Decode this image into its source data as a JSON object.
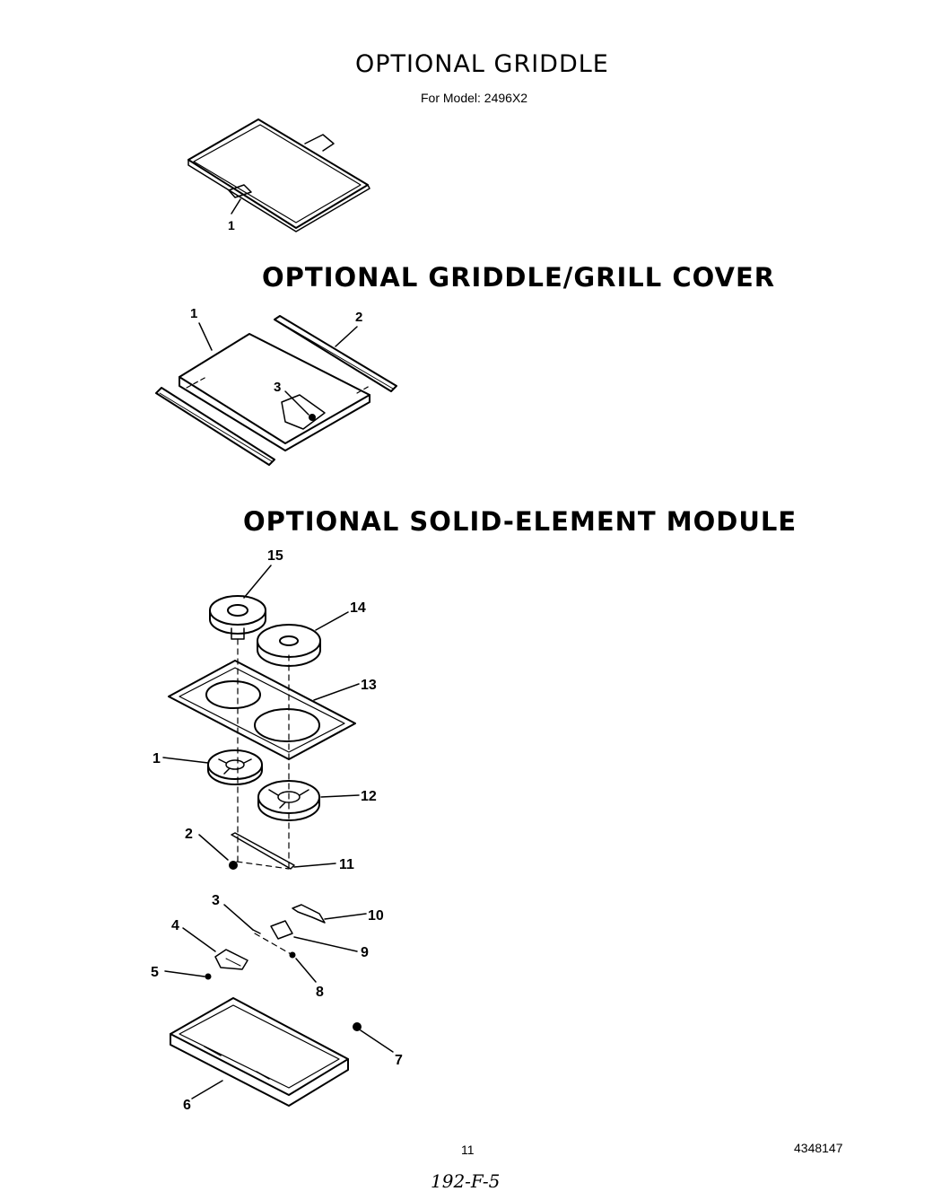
{
  "sections": {
    "griddle": {
      "title": "OPTIONAL GRIDDLE",
      "subtitle": "For Model: 2496X2",
      "callouts": [
        "1"
      ]
    },
    "cover": {
      "title": "OPTIONAL GRIDDLE/GRILL COVER",
      "callouts": [
        "1",
        "2",
        "3"
      ]
    },
    "module": {
      "title": "OPTIONAL SOLID-ELEMENT MODULE",
      "callouts": [
        "15",
        "14",
        "13",
        "1",
        "12",
        "2",
        "11",
        "3",
        "10",
        "4",
        "9",
        "5",
        "8",
        "7",
        "6"
      ]
    }
  },
  "footer": {
    "page_number": "11",
    "part_number": "4348147",
    "handwritten_note": "192-F-5"
  }
}
